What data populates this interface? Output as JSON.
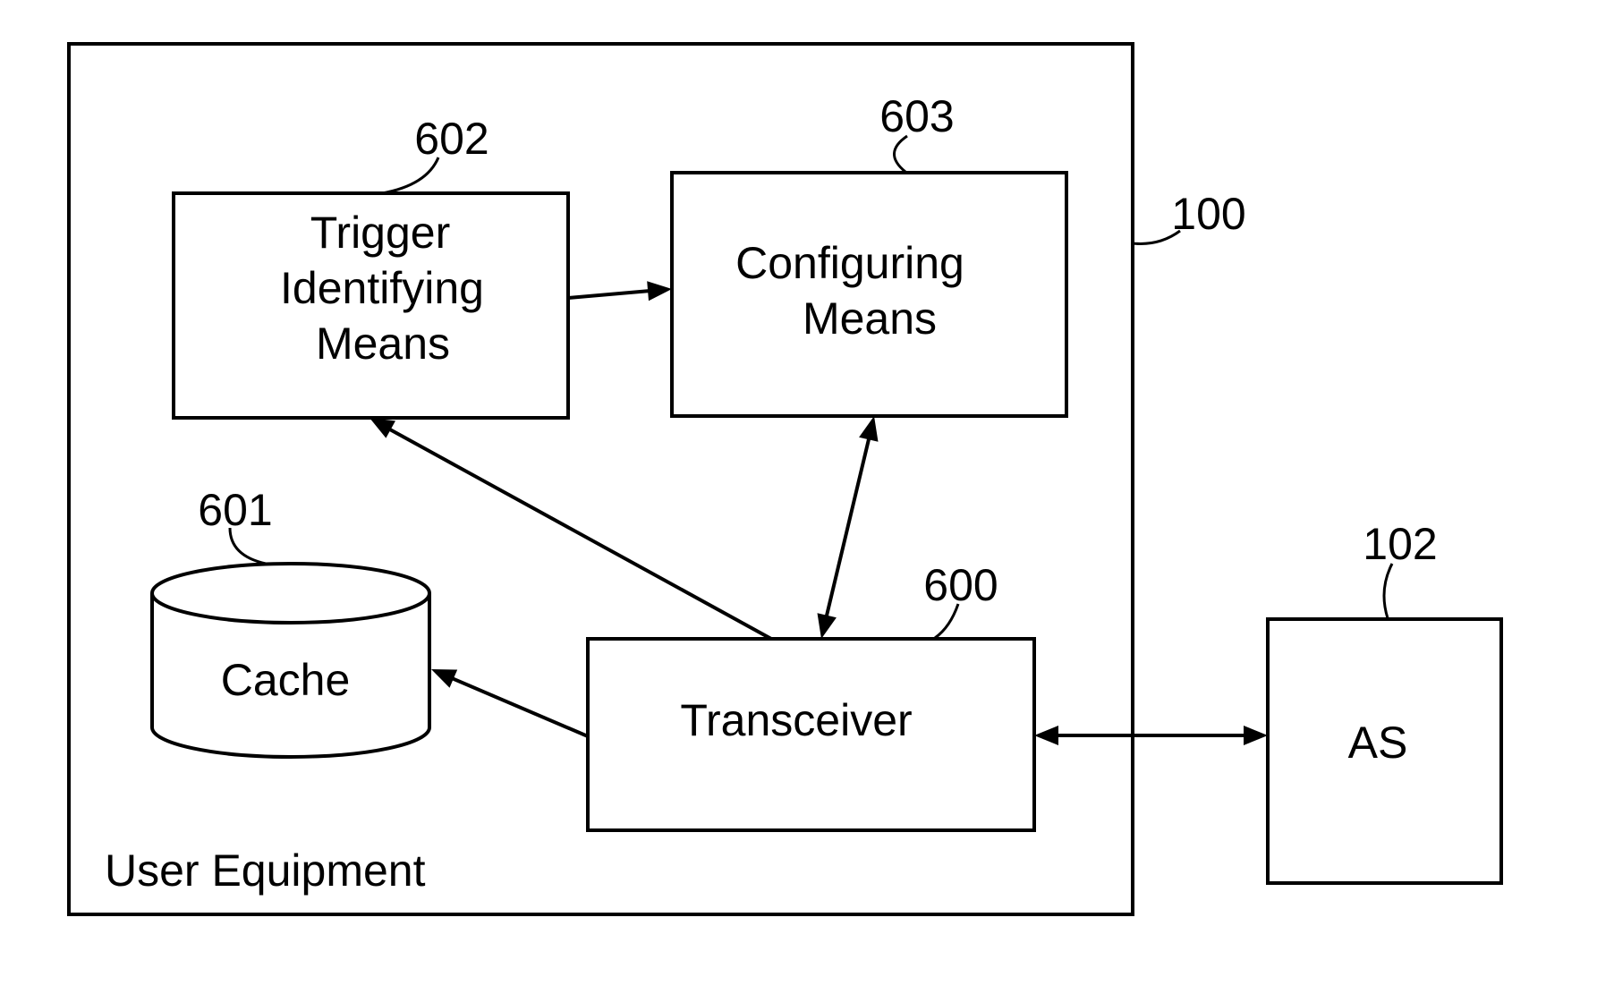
{
  "colors": {
    "background": "#ffffff",
    "line": "#000000",
    "text": "#000000"
  },
  "outer_box": {
    "label": "User Equipment",
    "ref": "100"
  },
  "nodes": {
    "trigger": {
      "line1": "Trigger",
      "line2": "Identifying",
      "line3": "Means",
      "ref": "602"
    },
    "configuring": {
      "line1": "Configuring",
      "line2": "Means",
      "ref": "603"
    },
    "transceiver": {
      "label": "Transceiver",
      "ref": "600"
    },
    "cache": {
      "label": "Cache",
      "ref": "601"
    },
    "as": {
      "label": "AS",
      "ref": "102"
    }
  },
  "connections": [
    {
      "from": "trigger-identifying-means",
      "to": "configuring-means",
      "bidirectional": false
    },
    {
      "from": "transceiver",
      "to": "trigger-identifying-means",
      "bidirectional": false
    },
    {
      "from": "transceiver",
      "to": "configuring-means",
      "bidirectional": true
    },
    {
      "from": "transceiver",
      "to": "cache",
      "bidirectional": false
    },
    {
      "from": "transceiver",
      "to": "as",
      "bidirectional": true
    }
  ]
}
